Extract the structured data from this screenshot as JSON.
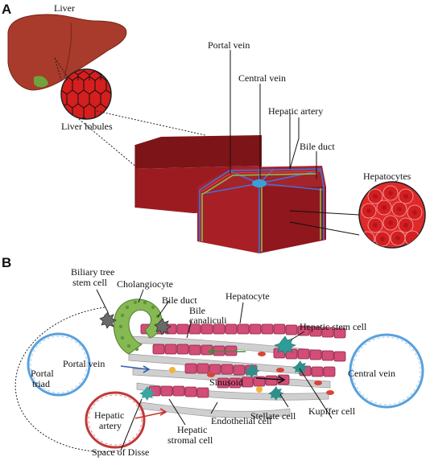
{
  "panel_a": {
    "letter": "A",
    "labels": {
      "liver": "Liver",
      "liver_lobules": "Liver lobules",
      "portal_vein": "Portal vein",
      "central_vein": "Central vein",
      "hepatic_artery": "Hepatic artery",
      "bile_duct": "Bile duct",
      "hepatocytes": "Hepatocytes"
    }
  },
  "panel_b": {
    "letter": "B",
    "labels": {
      "biliary_tree_1": "Biliary tree",
      "biliary_tree_2": "stem cell",
      "cholangiocyte": "Cholangiocyte",
      "bile_duct": "Bile duct",
      "bile_canaliculi_1": "Bile",
      "bile_canaliculi_2": "canaliculi",
      "hepatocyte": "Hepatocyte",
      "hepatic_stem_cell": "Hepatic stem cell",
      "portal_triad_1": "Portal",
      "portal_triad_2": "triad",
      "portal_vein": "Portal vein",
      "sinusoid": "Sinusoid",
      "central_vein": "Central vein",
      "hepatic_artery_1": "Hepatic",
      "hepatic_artery_2": "artery",
      "stellate_cell": "Stellate cell",
      "kupffer_cell": "Kupffer cell",
      "endothelial_cell": "Endothelial cell",
      "hepatic_stromal_1": "Hepatic",
      "hepatic_stromal_2": "stromal cell",
      "space_of_disse": "Space of Disse"
    }
  },
  "colors": {
    "liver": "#a63a2a",
    "lobule_red": "#d41f1f",
    "lobule_dark": "#8e1a1c",
    "portal_blue": "#3f7ad3",
    "artery_red": "#c8322c",
    "bile_green": "#7fb04a",
    "hepatocyte_pink": "#d4517a",
    "endothelium_grey": "#c9c9c9",
    "stellate_teal": "#2f8f8a"
  }
}
